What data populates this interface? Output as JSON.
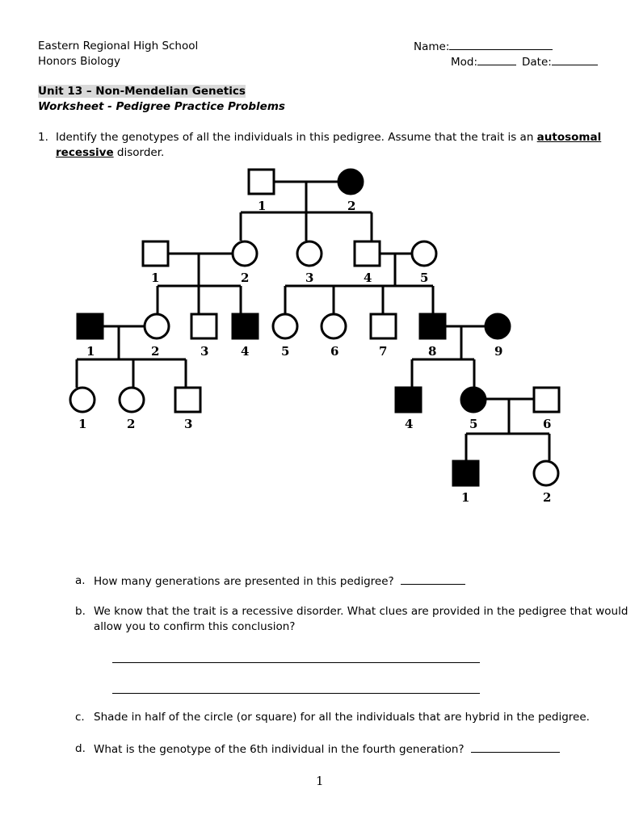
{
  "header": {
    "school": "Eastern Regional High School",
    "course": "Honors Biology",
    "name_label": "Name:",
    "mod_label": "Mod:",
    "date_label": "Date:"
  },
  "title": {
    "unit": "Unit 13  – Non-Mendelian Genetics",
    "subtitle": "Worksheet - Pedigree Practice Problems"
  },
  "question1": {
    "number": "1.",
    "text_before": "Identify the genotypes of all the individuals in this pedigree.  Assume that the trait is an ",
    "emphasis_1": "autosomal",
    "emphasis_2": "recessive",
    "text_after": " disorder."
  },
  "pedigree": {
    "gen1": [
      {
        "label": "1",
        "sex": "male",
        "affected": false
      },
      {
        "label": "2",
        "sex": "female",
        "affected": true
      }
    ],
    "gen2": [
      {
        "label": "1",
        "sex": "male",
        "affected": false
      },
      {
        "label": "2",
        "sex": "female",
        "affected": false
      },
      {
        "label": "3",
        "sex": "female",
        "affected": false
      },
      {
        "label": "4",
        "sex": "male",
        "affected": false
      },
      {
        "label": "5",
        "sex": "female",
        "affected": false
      }
    ],
    "gen3": [
      {
        "label": "1",
        "sex": "male",
        "affected": true
      },
      {
        "label": "2",
        "sex": "female",
        "affected": false
      },
      {
        "label": "3",
        "sex": "male",
        "affected": false
      },
      {
        "label": "4",
        "sex": "male",
        "affected": true
      },
      {
        "label": "5",
        "sex": "female",
        "affected": false
      },
      {
        "label": "6",
        "sex": "female",
        "affected": false
      },
      {
        "label": "7",
        "sex": "male",
        "affected": false
      },
      {
        "label": "8",
        "sex": "male",
        "affected": true
      },
      {
        "label": "9",
        "sex": "female",
        "affected": true
      }
    ],
    "gen4": [
      {
        "label": "1",
        "sex": "female",
        "affected": false
      },
      {
        "label": "2",
        "sex": "female",
        "affected": false
      },
      {
        "label": "3",
        "sex": "male",
        "affected": false
      },
      {
        "label": "4",
        "sex": "male",
        "affected": true
      },
      {
        "label": "5",
        "sex": "female",
        "affected": true
      },
      {
        "label": "6",
        "sex": "male",
        "affected": false
      }
    ],
    "gen5": [
      {
        "label": "1",
        "sex": "male",
        "affected": true
      },
      {
        "label": "2",
        "sex": "female",
        "affected": false
      }
    ]
  },
  "questions": {
    "a": {
      "letter": "a.",
      "text": "How many generations are presented in this pedigree?"
    },
    "b": {
      "letter": "b.",
      "line1": "We know that the trait is a recessive disorder.  What clues are provided in the pedigree that would",
      "line2": "allow you to confirm this conclusion?"
    },
    "c": {
      "letter": "c.",
      "text": "Shade in half of the circle (or square) for all the individuals that are hybrid in the pedigree."
    },
    "d": {
      "letter": "d.",
      "text": "What is the genotype of the 6th individual in the fourth generation?"
    }
  },
  "page_number": "1"
}
